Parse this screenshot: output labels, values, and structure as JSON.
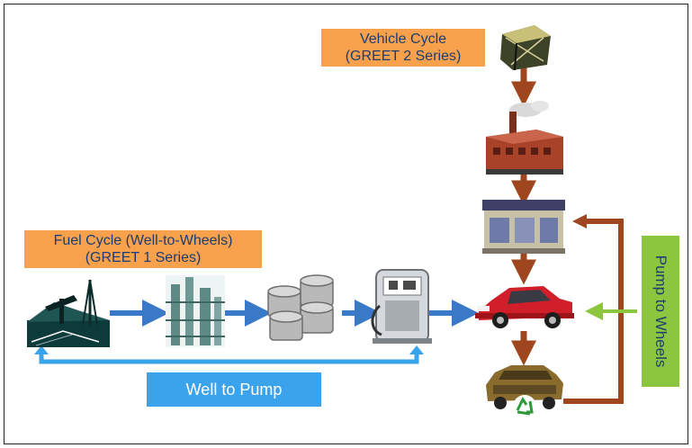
{
  "labels": {
    "vehicle_cycle": [
      "Vehicle Cycle",
      "(GREET 2 Series)"
    ],
    "fuel_cycle": [
      "Fuel Cycle (Well-to-Wheels)",
      "(GREET 1 Series)"
    ],
    "well_to_pump": "Well to Pump",
    "pump_to_wheels": "Pump to Wheels"
  },
  "colors": {
    "orange_label": "#f7a14c",
    "label_text": "#1c3d73",
    "blue_arrow": "#3a78c8",
    "blue_box": "#3aa3ec",
    "brown_arrow": "#a0461e",
    "green_box": "#8cc63f",
    "green_arrow": "#8cc63f"
  },
  "icons": {
    "fuel_chain": [
      "oil-well-icon",
      "refinery-icon",
      "fuel-barrels-icon",
      "gas-pump-icon"
    ],
    "vehicle_chain": [
      "raw-materials-crate-icon",
      "factory-icon",
      "dealership-icon",
      "red-car-icon",
      "recycled-car-icon"
    ]
  }
}
